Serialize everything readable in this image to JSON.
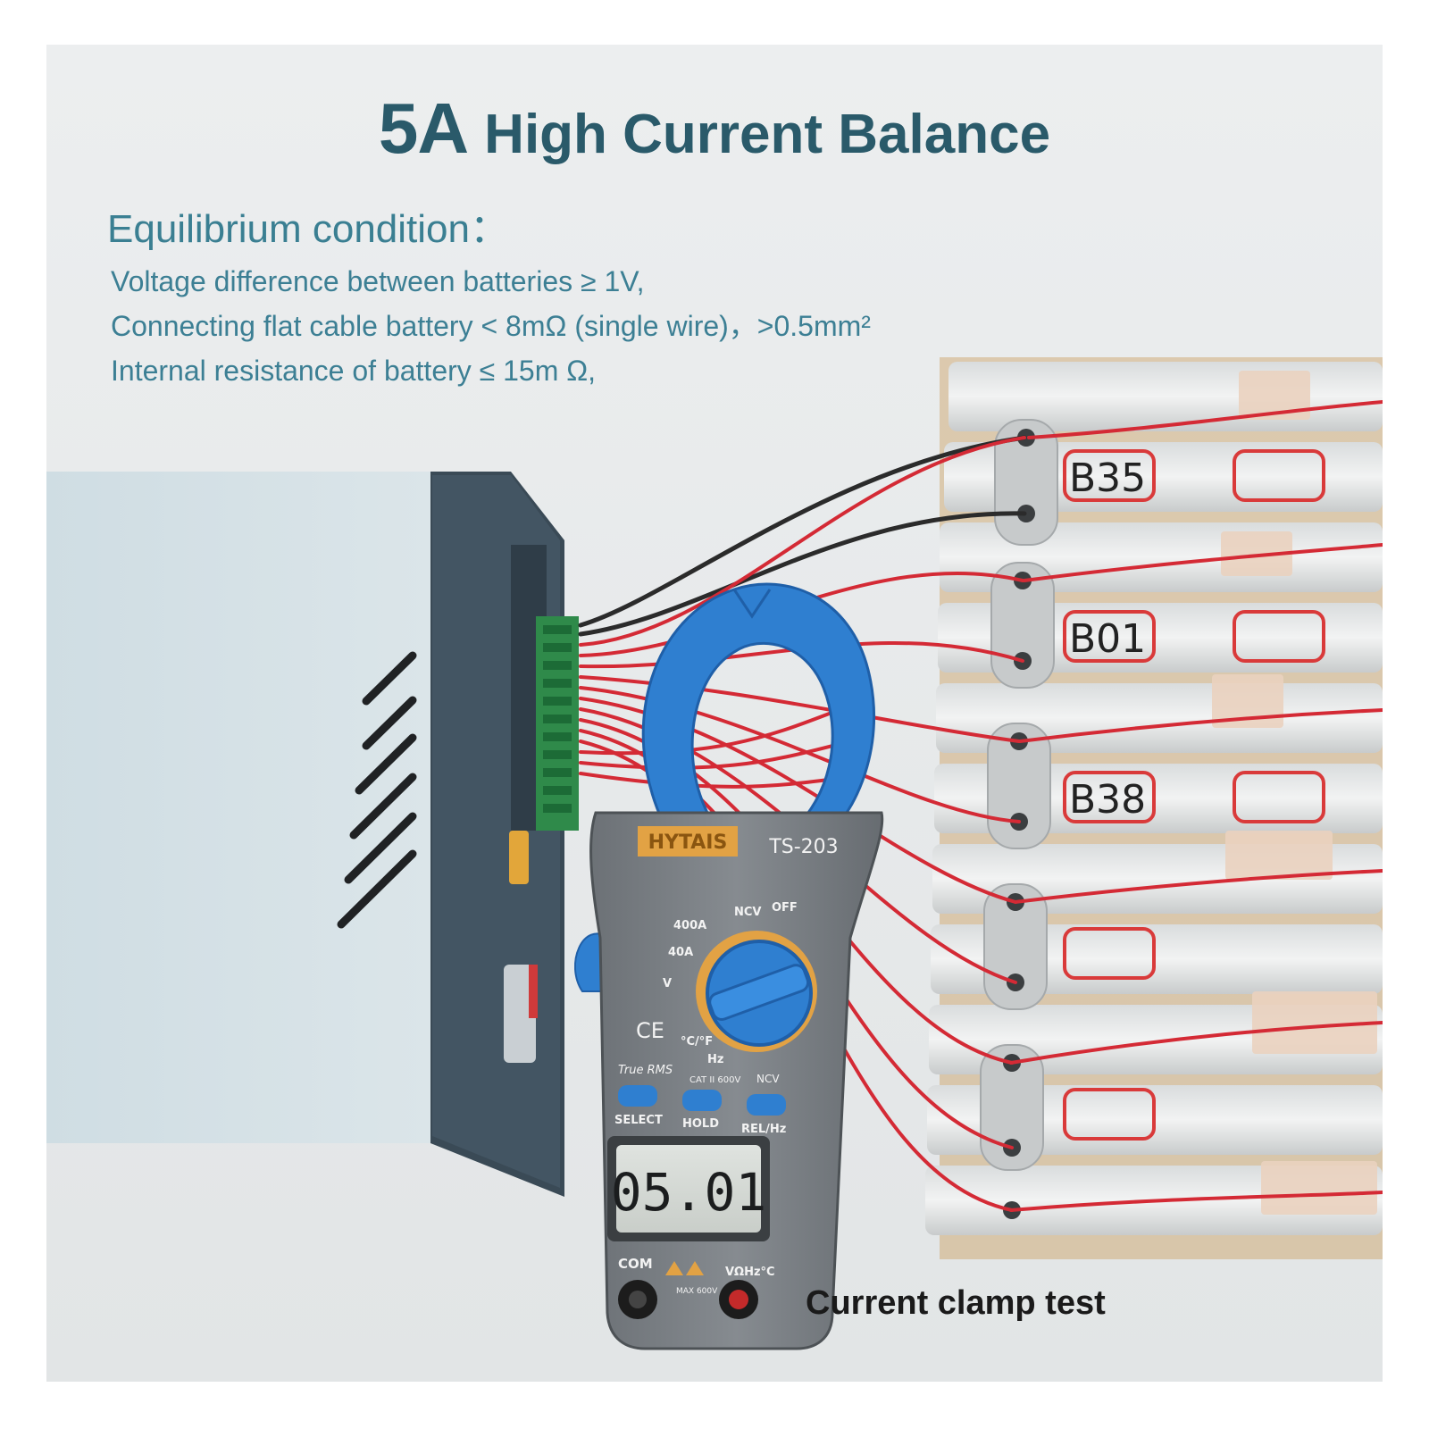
{
  "title": {
    "big": "5A",
    "rest": "High Current Balance"
  },
  "subtitle": "Equilibrium condition：",
  "conditions": [
    "Voltage difference between batteries ≥ 1V,",
    "Connecting flat cable battery < 8mΩ (single wire)，>0.5mm²",
    "Internal resistance of battery ≤ 15m Ω,"
  ],
  "meter": {
    "brand": "HYTAIS",
    "model": "TS-203",
    "dial_labels": [
      "NCV",
      "OFF",
      "400A",
      "40A",
      "V",
      "°C/°F",
      "Hz"
    ],
    "ce": "CE",
    "true_rms": "True RMS",
    "cat": "CAT II 600V",
    "ncv": "NCV",
    "buttons": [
      "SELECT",
      "HOLD",
      "REL/Hz"
    ],
    "reading": "05.01",
    "com": "COM",
    "v_jack": "VΩHz°C",
    "max": "MAX 600V"
  },
  "cell_labels": [
    "B35",
    "B01",
    "B38"
  ],
  "caption": "Current clamp test",
  "colors": {
    "title": "#2a5a6a",
    "text": "#3c7f94",
    "clamp": "#2f7fd0",
    "wire": "#d42a35",
    "meter_body": "#7a7f84"
  }
}
